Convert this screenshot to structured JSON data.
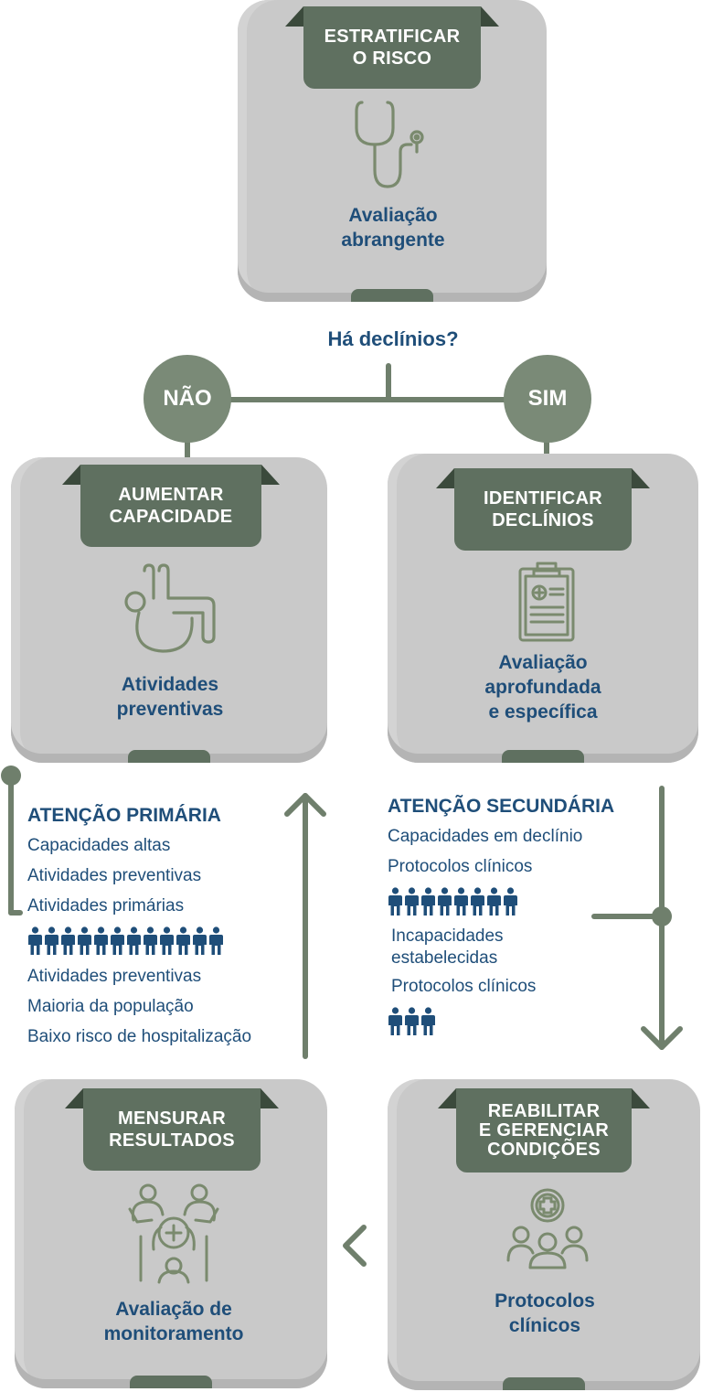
{
  "question": "Há declínios?",
  "branches": {
    "no": "NÃO",
    "yes": "SIM"
  },
  "cards": {
    "stratify": {
      "label": "ESTRATIFICAR O RISCO",
      "label_l1": "ESTRATIFICAR",
      "label_l2": "O RISCO",
      "text_l1": "Avaliação",
      "text_l2": "abrangente",
      "icon": "stethoscope-icon"
    },
    "increase": {
      "label_l1": "AUMENTAR",
      "label_l2": "CAPACIDADE",
      "text_l1": "Atividades",
      "text_l2": "preventivas",
      "icon": "exercise-icon"
    },
    "identify": {
      "label_l1": "IDENTIFICAR",
      "label_l2": "DECLÍNIOS",
      "text_l1": "Avaliação",
      "text_l2": "aprofundada",
      "text_l3": "e específica",
      "icon": "clipboard-icon"
    },
    "measure": {
      "label_l1": "MENSURAR",
      "label_l2": "RESULTADOS",
      "text_l1": "Avaliação de",
      "text_l2": "monitoramento",
      "icon": "monitoring-group-icon"
    },
    "rehab": {
      "label_l1": "REABILITAR",
      "label_l2": "E GERENCIAR",
      "label_l3": "CONDIÇÕES",
      "text_l1": "Protocolos",
      "text_l2": "clínicos",
      "icon": "care-team-icon"
    }
  },
  "primary": {
    "title": "ATENÇÃO PRIMÁRIA",
    "items_top": [
      "Capacidades altas",
      "Atividades preventivas",
      "Atividades primárias"
    ],
    "people_count": 12,
    "items_bottom": [
      "Atividades preventivas",
      "Maioria da população",
      "Baixo risco de hospitalização"
    ]
  },
  "secondary": {
    "title": "ATENÇÃO SECUNDÁRIA",
    "items_top": [
      "Capacidades em declínio",
      "Protocolos clínicos"
    ],
    "people_count_1": 8,
    "item_mid_l1": "Incapacidades",
    "item_mid_l2": "estabelecidas",
    "item_mid_2": "Protocolos clínicos",
    "people_count_2": 3
  },
  "colors": {
    "card": "#c9c9c9",
    "label": "#5f7060",
    "text": "#1f4e79",
    "connector": "#6f7f6c",
    "circle": "#7a8a77"
  }
}
